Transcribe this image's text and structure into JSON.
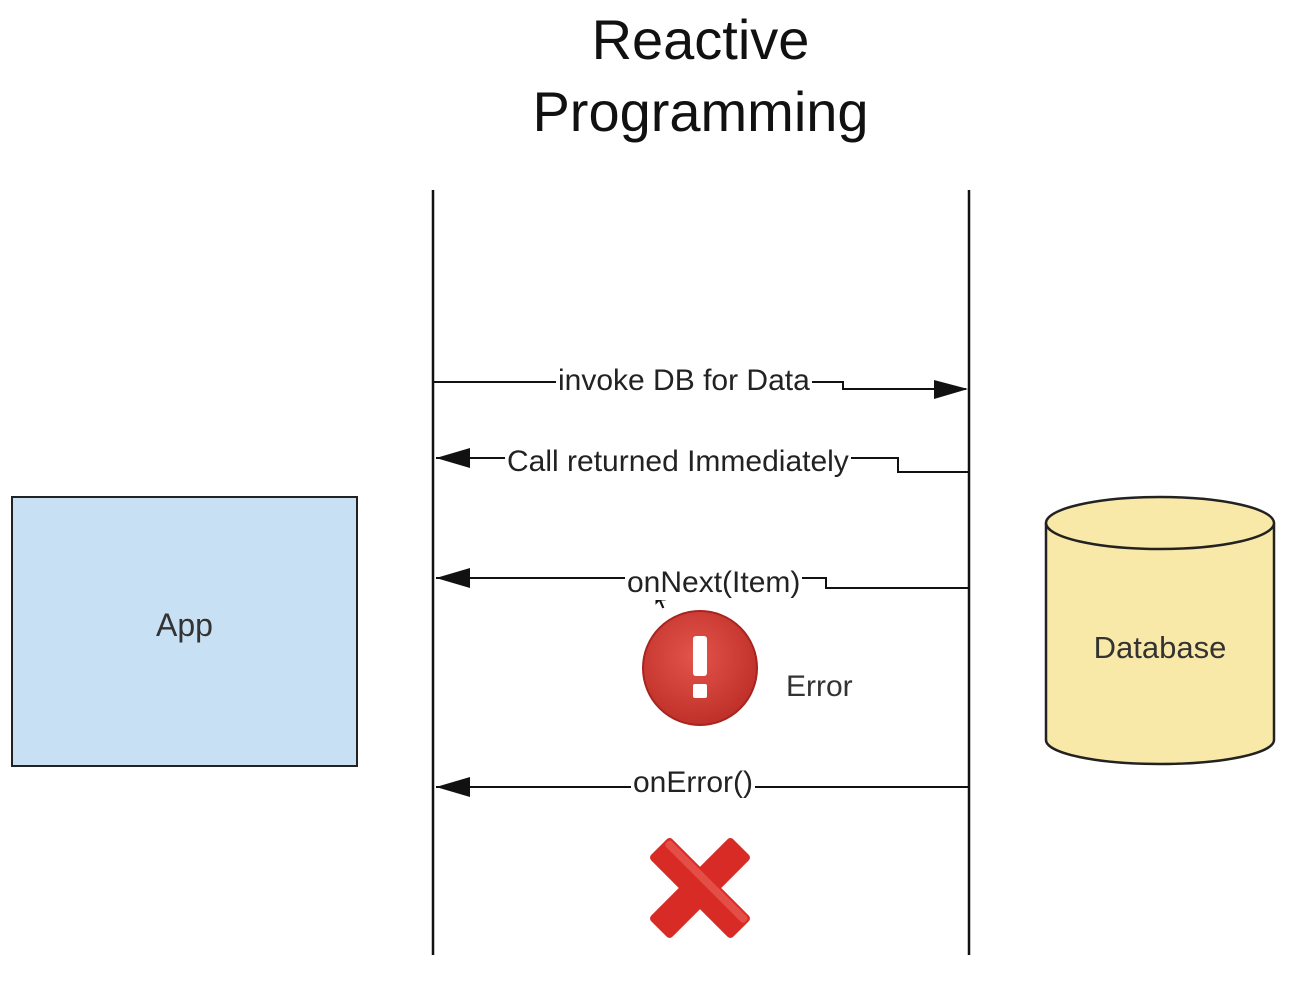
{
  "title": {
    "line1": "Reactive",
    "line2": "Programming"
  },
  "actors": {
    "app": "App",
    "database": "Database"
  },
  "messages": {
    "invoke": "invoke DB for Data",
    "returned": "Call returned Immediately",
    "on_next": "onNext(Item)",
    "on_error": "onError()"
  },
  "status": {
    "error_label": "Error",
    "error_icon": "exclamation-circle-icon",
    "terminated_icon": "red-x-icon"
  },
  "colors": {
    "app_fill": "#c8e0f3",
    "db_fill": "#f9e9a8",
    "error_red": "#d13b33",
    "x_red": "#d92b25"
  }
}
